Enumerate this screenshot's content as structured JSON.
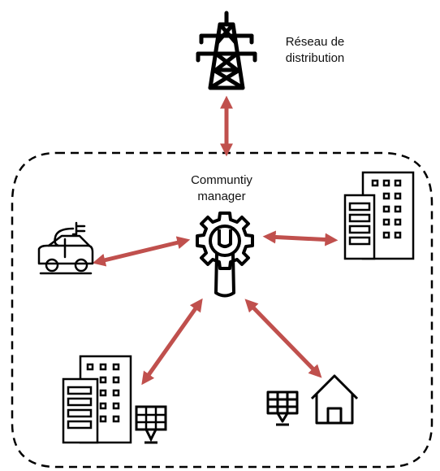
{
  "grid": {
    "label_line1": "Réseau de",
    "label_line2": "distribution"
  },
  "community_manager": {
    "label_line1": "Communtiy",
    "label_line2": "manager"
  },
  "colors": {
    "arrow": "#c0504d",
    "icon": "#000000",
    "boundary": "#000000"
  },
  "icons": {
    "grid": "power-pylon-icon",
    "manager": "gear-wrench-icon",
    "ev": "electric-car-icon",
    "building": "office-building-icon",
    "building_solar": "building-solar-icon",
    "home_solar": "house-solar-icon"
  }
}
